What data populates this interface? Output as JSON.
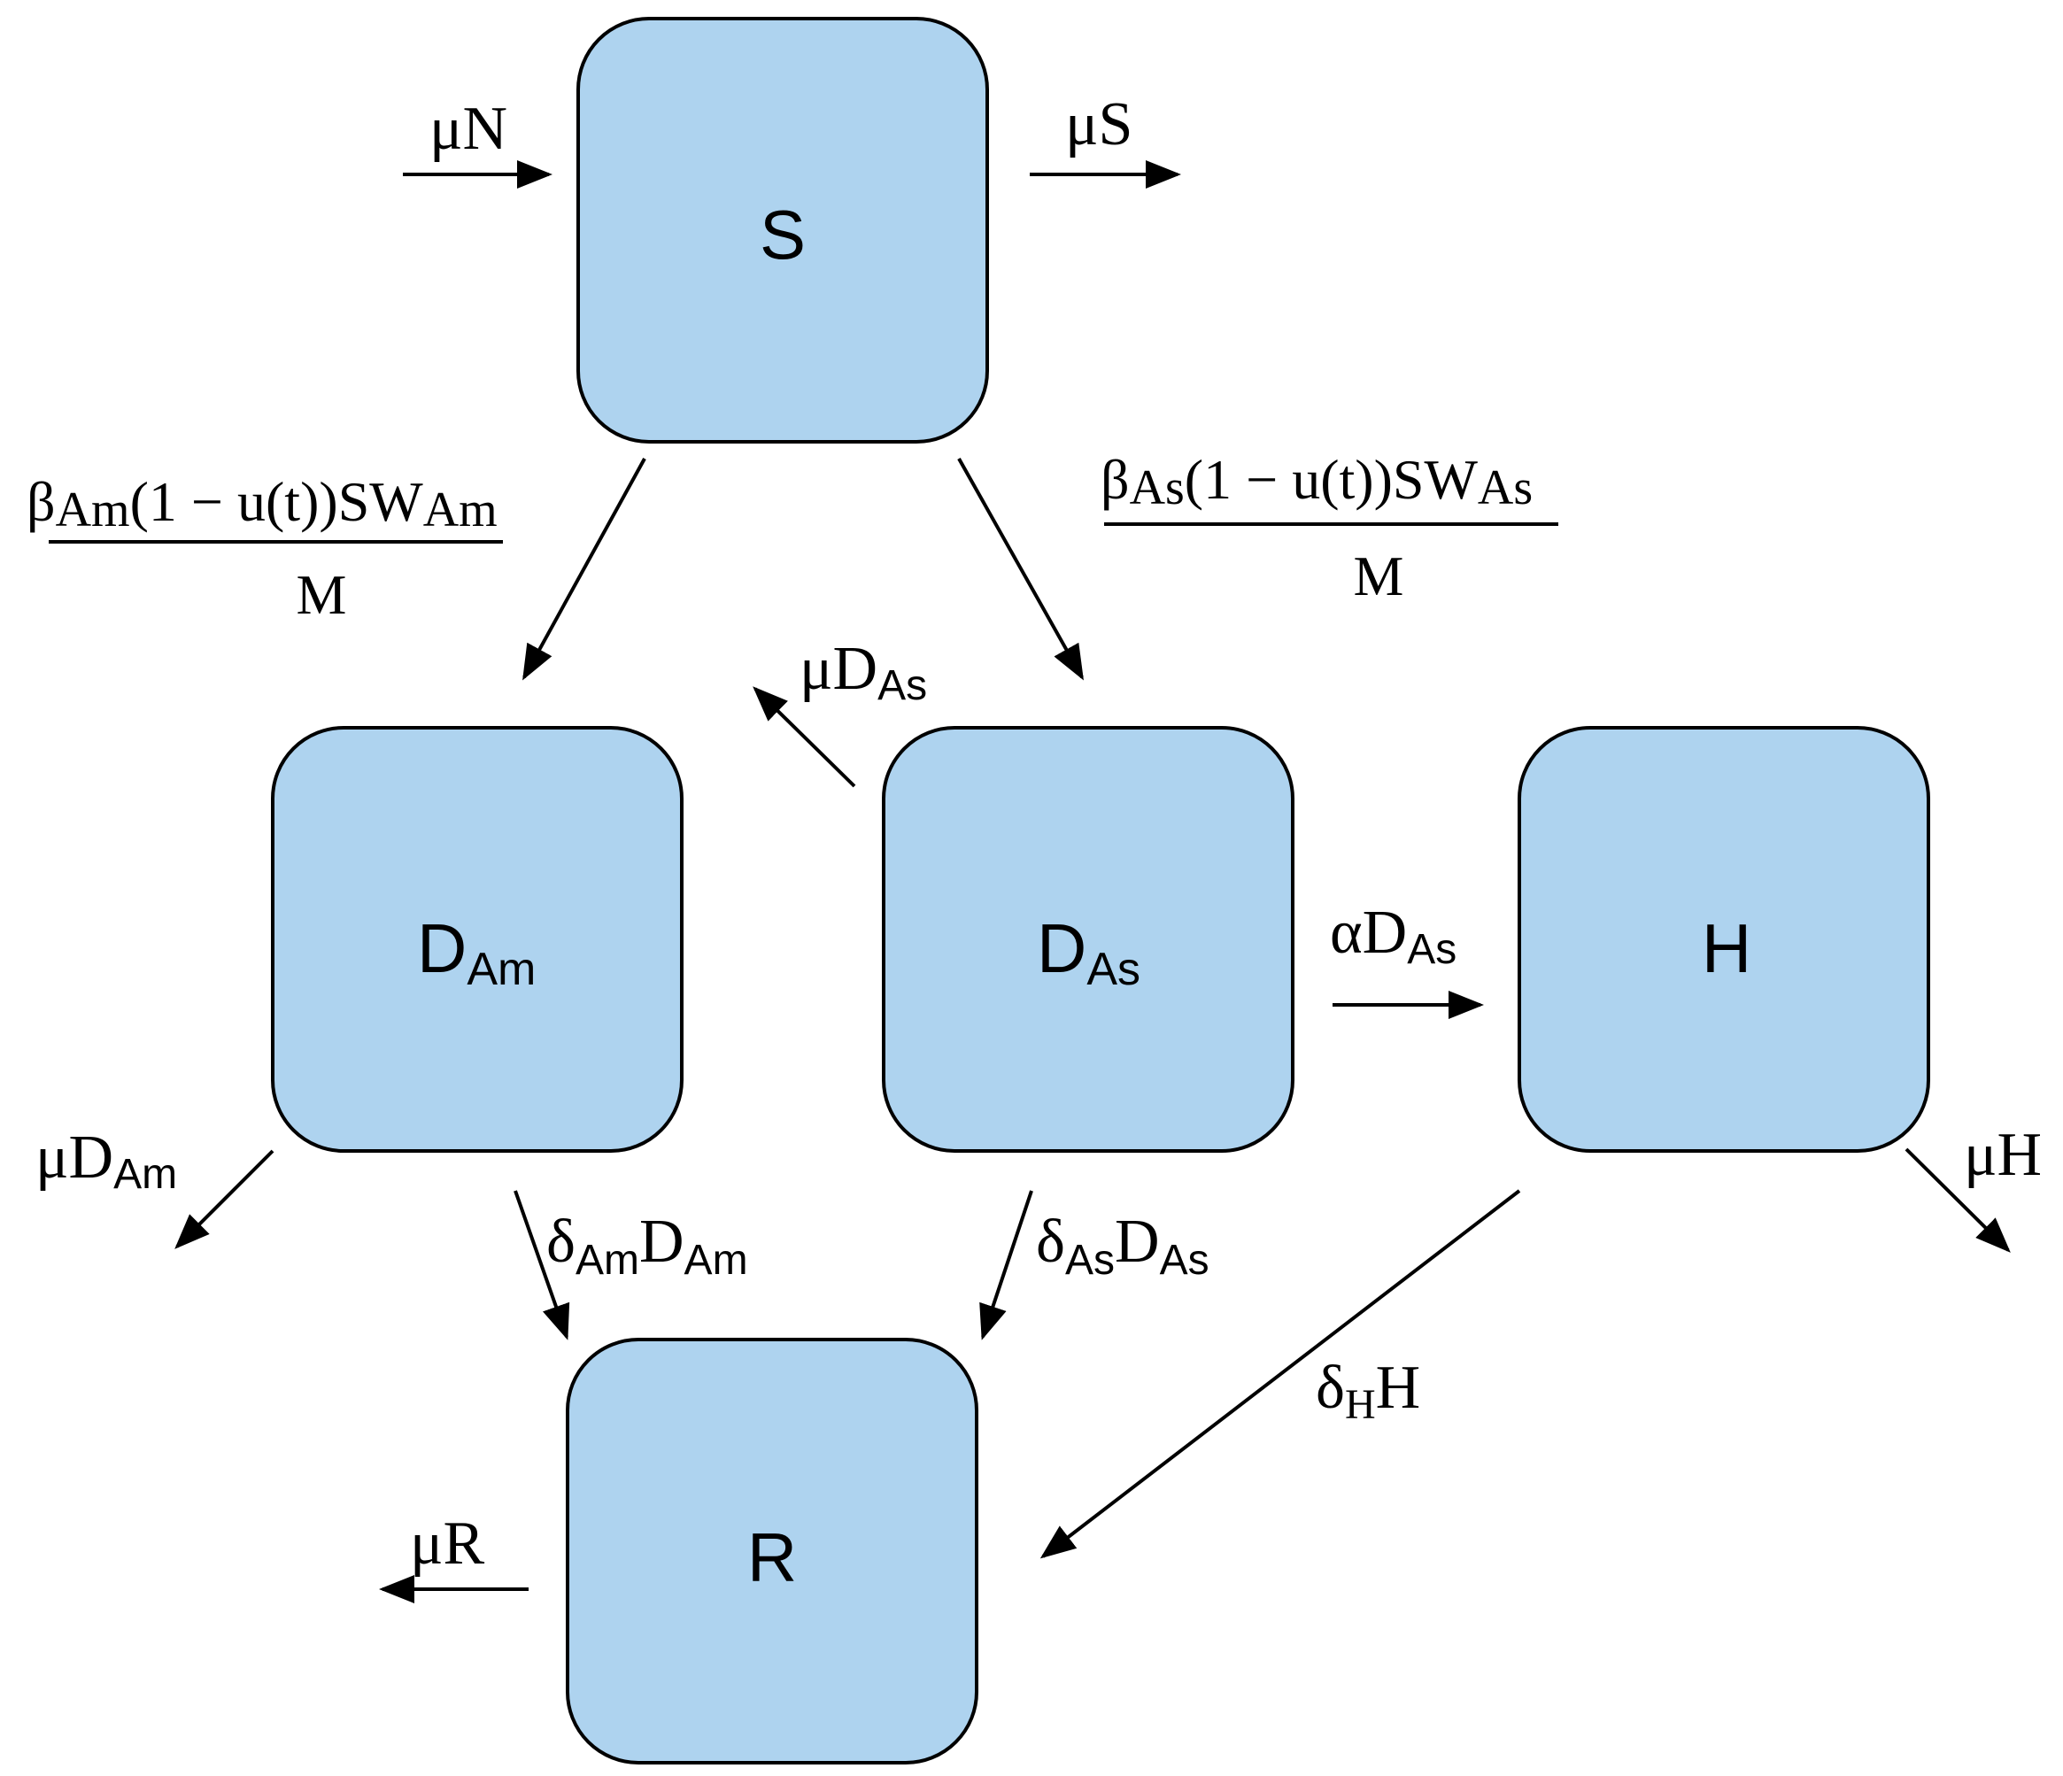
{
  "compartments": {
    "S": "S",
    "D_Am": {
      "main": "D",
      "sub": "Am"
    },
    "D_As": {
      "main": "D",
      "sub": "As"
    },
    "H": "H",
    "R": "R"
  },
  "flows": {
    "inflow_S": "μN",
    "outflow_S": "μS",
    "infection_Am": {
      "numerator": {
        "beta": "β",
        "beta_sub": "Am",
        "mid": "(1 − u(t))SW",
        "w_sub": "Am"
      },
      "denominator": "M"
    },
    "infection_As": {
      "numerator": {
        "beta": "β",
        "beta_sub": "As",
        "mid": "(1 − u(t))SW",
        "w_sub": "As"
      },
      "denominator": "M"
    },
    "death_DAs": {
      "main": "μD",
      "sub": "As"
    },
    "death_DAm": {
      "main": "μD",
      "sub": "Am"
    },
    "hospitalization": {
      "main": "αD",
      "sub": "As"
    },
    "death_H": "μH",
    "recovery_Am": {
      "delta": "δ",
      "delta_sub": "Am",
      "d": "D",
      "d_sub": "Am"
    },
    "recovery_As": {
      "delta": "δ",
      "delta_sub": "As",
      "d": "D",
      "d_sub": "As"
    },
    "recovery_H": {
      "delta": "δ",
      "delta_sub": "H",
      "tail": "H"
    },
    "death_R": "μR"
  }
}
